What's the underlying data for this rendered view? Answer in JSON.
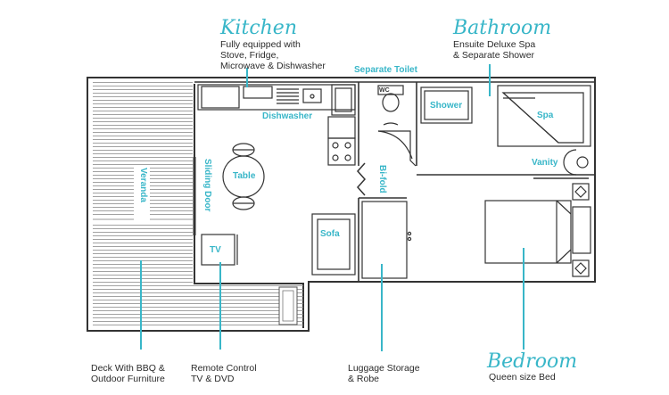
{
  "headings": {
    "kitchen": "Kitchen",
    "bathroom": "Bathroom",
    "bedroom": "Bedroom"
  },
  "descriptions": {
    "kitchen": "Fully equipped with\nStove, Fridge,\nMicrowave & Dishwasher",
    "bathroom": "Ensuite Deluxe Spa\n& Separate Shower",
    "bedroom": "Queen size Bed",
    "deck": "Deck With BBQ &\nOutdoor Furniture",
    "remote": "Remote Control\nTV & DVD",
    "luggage": "Luggage Storage\n& Robe"
  },
  "room_labels": {
    "separate_toilet": "Separate Toilet",
    "dishwasher": "Dishwasher",
    "shower": "Shower",
    "spa": "Spa",
    "vanity": "Vanity",
    "table": "Table",
    "sliding_door": "Sliding Door",
    "bifold": "Bi-fold",
    "sofa": "Sofa",
    "tv": "TV",
    "veranda": "Veranda",
    "wc": "WC"
  },
  "colors": {
    "accent": "#38b6c8",
    "wall": "#333333",
    "text": "#2b2b2b"
  }
}
